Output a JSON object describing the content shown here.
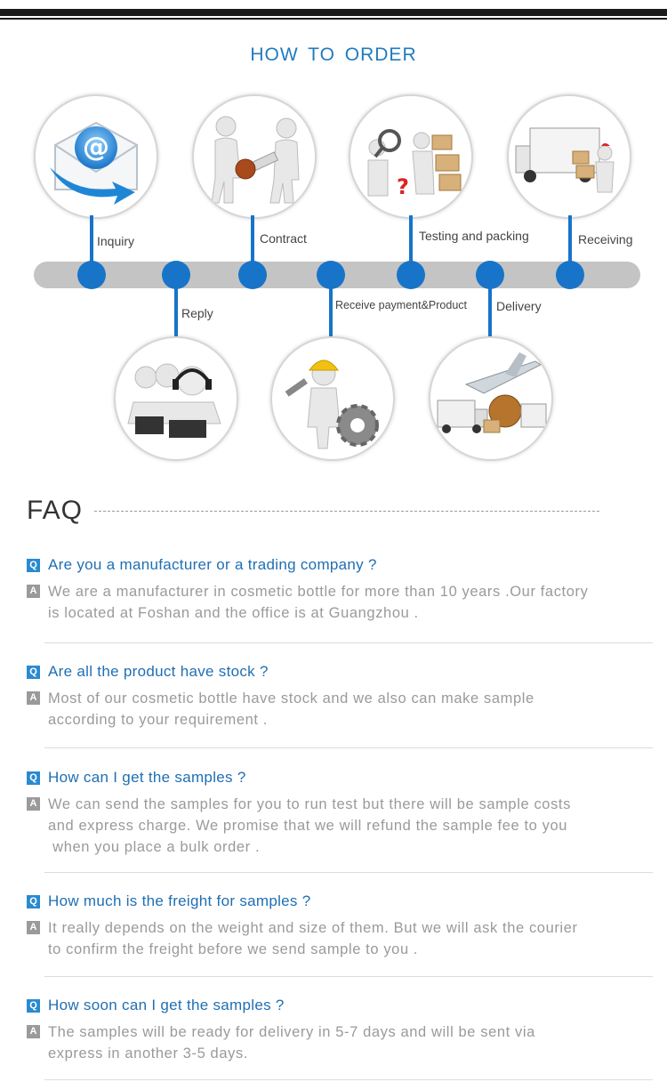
{
  "order": {
    "title": "HOW  TO  ORDER",
    "steps": [
      {
        "label": "Inquiry",
        "image": "email-envelope-icon"
      },
      {
        "label": "Reply",
        "image": "customer-service-headset-icon"
      },
      {
        "label": "Contract",
        "image": "handshake-contract-icon"
      },
      {
        "label": "Receive payment&Product",
        "image": "worker-with-wrench-gear-icon"
      },
      {
        "label": "Testing and packing",
        "image": "inspection-packing-boxes-icon"
      },
      {
        "label": "Delivery",
        "image": "plane-truck-globe-icon"
      },
      {
        "label": "Receiving",
        "image": "delivery-truck-icon"
      }
    ]
  },
  "faq": {
    "title": "FAQ",
    "q_badge": "Q",
    "a_badge": "A",
    "items": [
      {
        "q": "Are you a manufacturer or a trading company ?",
        "a": [
          "We are a manufacturer in cosmetic bottle for more than 10 years .Our factory",
          "is located at Foshan and the office is at Guangzhou ."
        ]
      },
      {
        "q": "Are all the product have stock ?",
        "a": [
          "Most of our cosmetic bottle have stock and we also can make sample",
          "according to your requirement ."
        ]
      },
      {
        "q": "How can I get the samples ?",
        "a": [
          "We can send the samples for you to run test but there will be sample costs",
          "and express charge. We promise that we will refund the sample fee to you",
          " when you place a bulk order ."
        ]
      },
      {
        "q": "How much is the freight for samples ?",
        "a": [
          "It really depends on the weight and size of them. But we will ask the courier",
          "to confirm the freight before we send sample to you ."
        ]
      },
      {
        "q": "How soon can I get the samples ?",
        "a": [
          "The samples will be ready for delivery in 5-7 days and will be sent via",
          "express in another 3-5 days."
        ]
      }
    ]
  },
  "colors": {
    "accent": "#1874c8",
    "track": "#c4c4c4",
    "question": "#1f6fb3",
    "answer": "#9a9a9a"
  }
}
